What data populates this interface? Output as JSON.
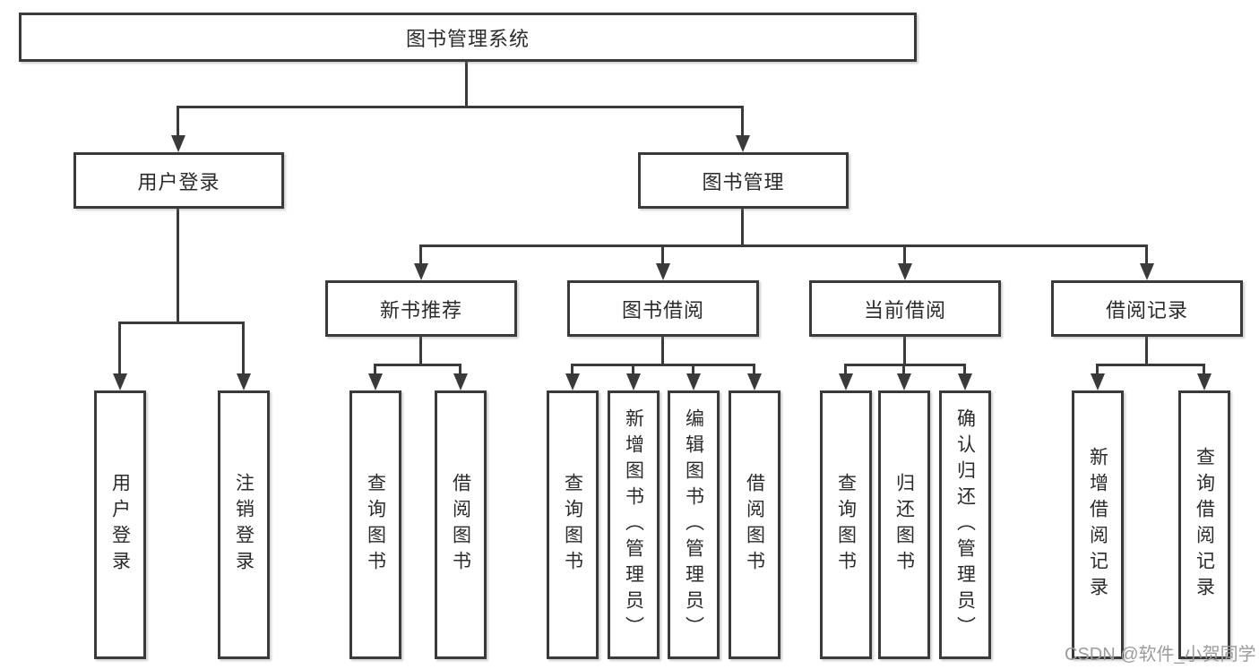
{
  "diagram": {
    "root_label": "图书管理系统",
    "login_branch": {
      "label": "用户登录",
      "children": [
        "用户登录",
        "注销登录"
      ]
    },
    "mgmt_branch": {
      "label": "图书管理",
      "sections": [
        {
          "label": "新书推荐",
          "children": [
            "查询图书",
            "借阅图书"
          ]
        },
        {
          "label": "图书借阅",
          "children": [
            "查询图书",
            "新增图书（管理员）",
            "编辑图书（管理员）",
            "借阅图书"
          ]
        },
        {
          "label": "当前借阅",
          "children": [
            "查询图书",
            "归还图书",
            "确认归还（管理员）"
          ]
        },
        {
          "label": "借阅记录",
          "children": [
            "新增借阅记录",
            "查询借阅记录"
          ]
        }
      ]
    },
    "colors": {
      "line": "#3a3a3a",
      "text": "#2b2b2b",
      "watermark": "#9c9c9c",
      "background": "#ffffff"
    },
    "watermark": "CSDN @软件_小贺同学"
  }
}
